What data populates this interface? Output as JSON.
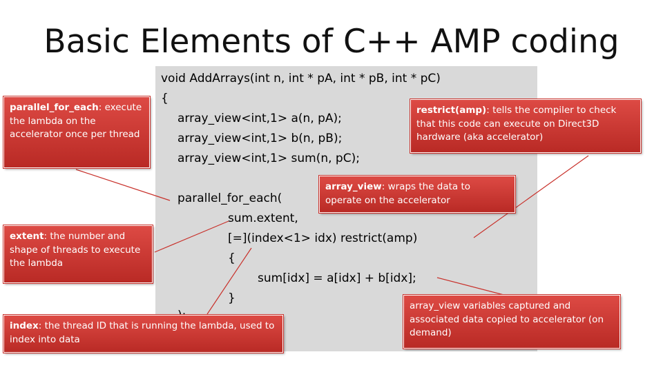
{
  "slide": {
    "title": "Basic Elements of C++ AMP coding"
  },
  "code": {
    "lines": [
      "void AddArrays(int n, int * pA, int * pB, int * pC)",
      "{",
      "array_view<int,1> a(n, pA);",
      "array_view<int,1> b(n, pB);",
      "array_view<int,1> sum(n, pC);",
      "parallel_for_each(",
      "sum.extent,",
      "[=](index<1> idx) restrict(amp)",
      "{",
      "sum[idx] = a[idx] + b[idx];",
      "}",
      ");"
    ]
  },
  "callouts": {
    "parallel_for_each": {
      "term": "parallel_for_each",
      "text": ": execute the lambda on the accelerator once per thread"
    },
    "restrict": {
      "term": "restrict(amp)",
      "text": ": tells the compiler to check that this code can execute on Direct3D hardware (aka accelerator)"
    },
    "array_view": {
      "term": "array_view",
      "text": ": wraps the data to operate on the accelerator"
    },
    "extent": {
      "term": "extent",
      "text": ": the number and shape of threads to execute the lambda"
    },
    "index": {
      "term": "index",
      "text": ": the thread ID that is running the lambda, used to index into data"
    },
    "captured": {
      "term": "",
      "text": "array_view variables captured and associated data copied to accelerator (on demand)"
    }
  },
  "colors": {
    "callout_fill": "#c8302a",
    "code_background": "#d9d9d9",
    "connector_line": "#c8302a"
  }
}
